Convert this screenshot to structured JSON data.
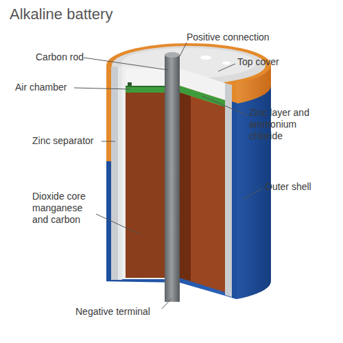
{
  "diagram": {
    "title": "Alkaline battery",
    "labels": [
      "Positive connection",
      "Carbon rod",
      "Top cover",
      "Air chamber",
      "Zinc layer and ammonium chloride",
      "Zinc separator",
      "Outer shell",
      "Dioxide core manganese and carbon",
      "Negative terminal"
    ]
  }
}
